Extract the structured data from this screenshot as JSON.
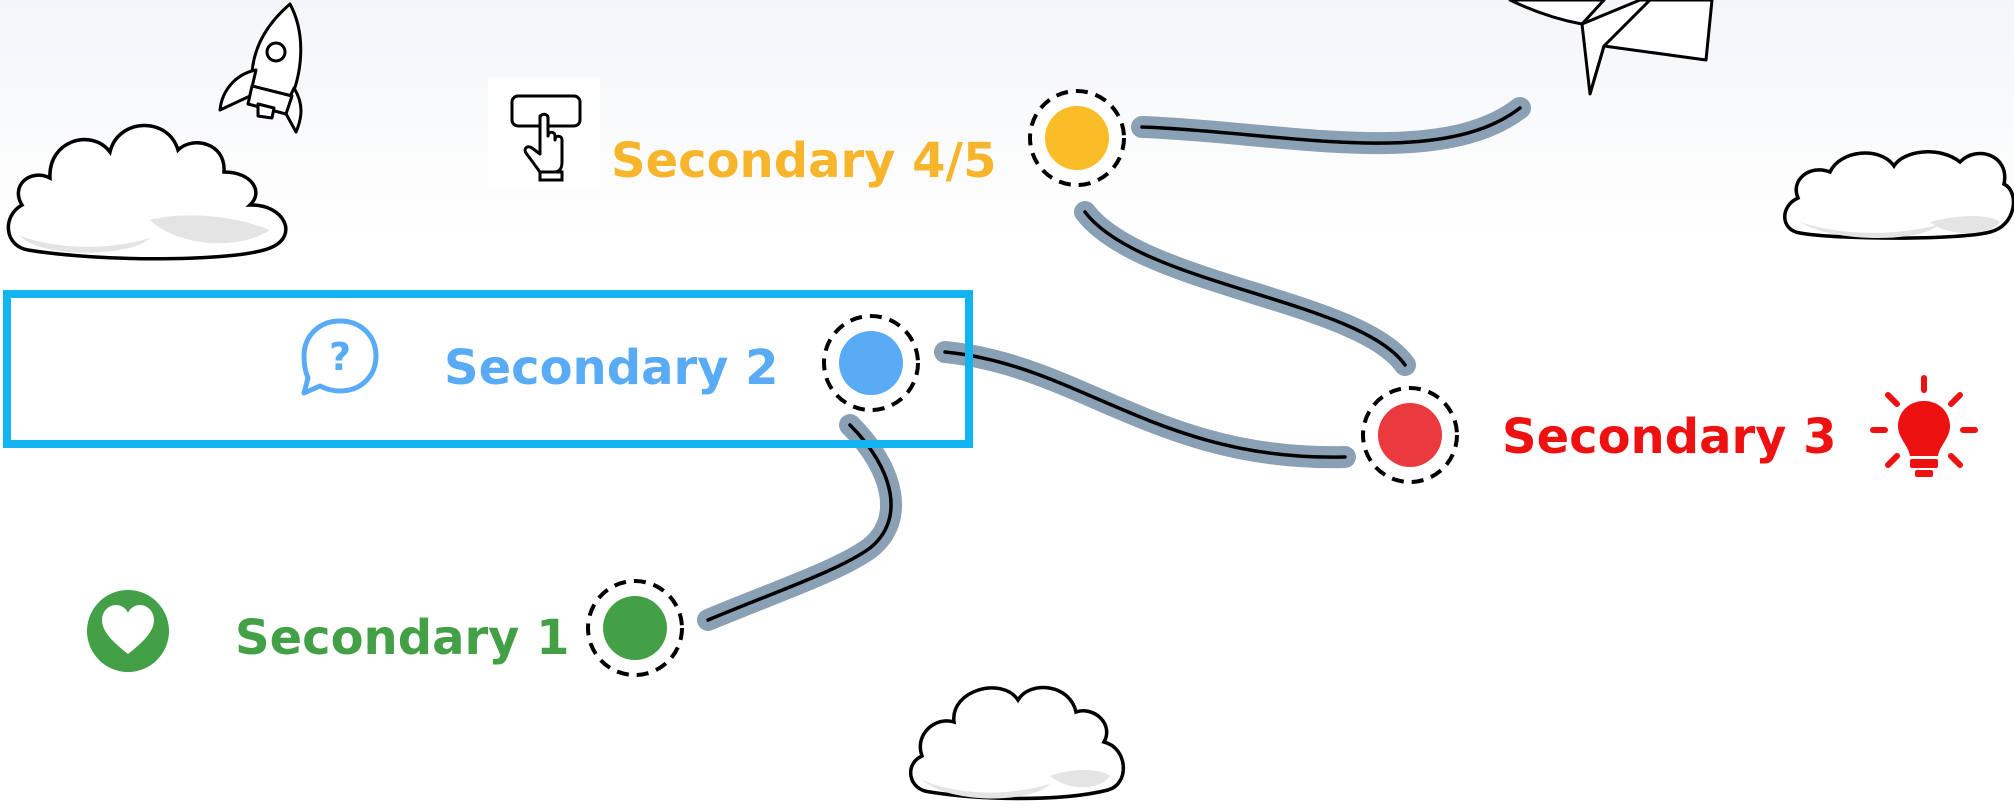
{
  "milestones": [
    {
      "id": "secondary-1",
      "label": "Secondary 1",
      "color": "#43a047",
      "icon": "heart-icon"
    },
    {
      "id": "secondary-2",
      "label": "Secondary 2",
      "color": "#5aabf6",
      "icon": "question-bubble-icon",
      "selected": true
    },
    {
      "id": "secondary-3",
      "label": "Secondary 3",
      "color": "#ea3a3d",
      "icon": "lightbulb-icon"
    },
    {
      "id": "secondary-45",
      "label": "Secondary 4/5",
      "color": "#fbbd27",
      "icon": "touch-button-icon"
    }
  ],
  "colors": {
    "path_shadow": "#8aa0b4",
    "path_line": "#000000",
    "selection_border": "#11b4ee",
    "label_secondary_1": "#43a047",
    "label_secondary_2": "#5aabf6",
    "label_secondary_3": "#ee1111",
    "label_secondary_45": "#f6b52b"
  },
  "decorations": [
    "rocket-icon",
    "paper-plane-icon",
    "cloud-icon",
    "cloud-icon",
    "cloud-icon"
  ]
}
